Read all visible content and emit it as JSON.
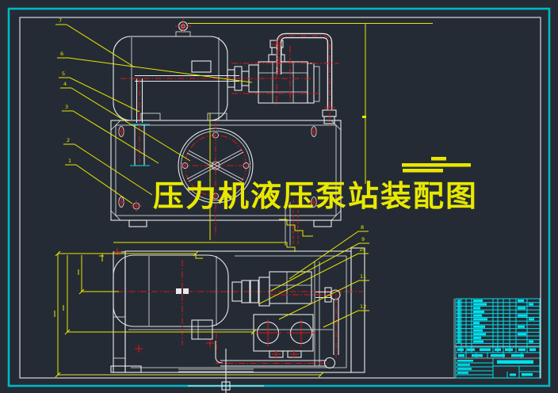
{
  "drawing": {
    "title": "压力机液压泵站装配图",
    "callouts": {
      "left": [
        "7",
        "6",
        "5",
        "4",
        "3",
        "2",
        "1"
      ],
      "right": [
        "8",
        "9",
        "10",
        "11",
        "12"
      ]
    }
  },
  "colors": {
    "background": "#252b34",
    "geometry_white": "#e8eaec",
    "centerline_red": "#e01616",
    "annotation_yellow": "#e8e800",
    "dim_olive": "#a8a434",
    "frame_cyan": "#00b8c6",
    "block_cyan": "#00e0ee"
  }
}
